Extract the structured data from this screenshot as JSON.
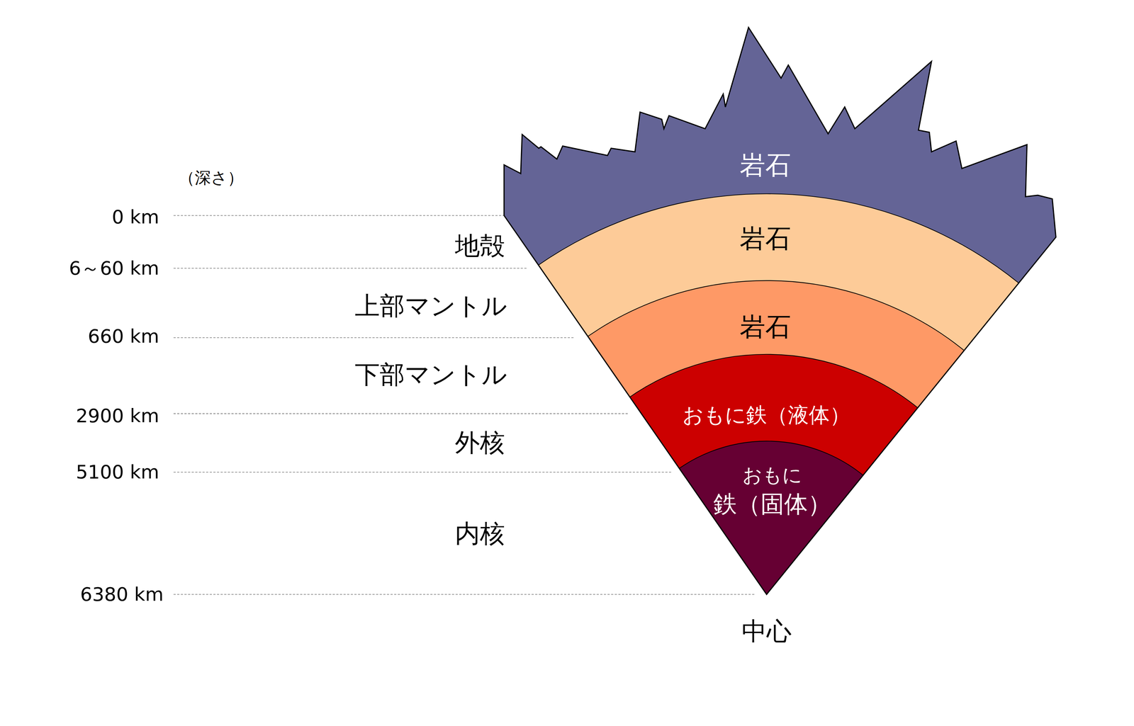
{
  "diagram": {
    "nodes": [
      {
        "text": [
          "岩石"
        ]
      },
      {
        "text": [
          "岩石"
        ]
      },
      {
        "text": [
          "岩石"
        ]
      },
      {
        "text": [
          "おもに鉄（液体）"
        ]
      },
      {
        "text": [
          "おもに",
          "鉄（固体）"
        ]
      }
    ],
    "labels": [
      "（深さ）",
      "0 km",
      "地殻",
      "6～60 km",
      "上部マントル",
      "660 km",
      "下部マントル",
      "2900 km",
      "外核",
      "5100 km",
      "内核",
      "6380 km",
      "中心"
    ]
  }
}
